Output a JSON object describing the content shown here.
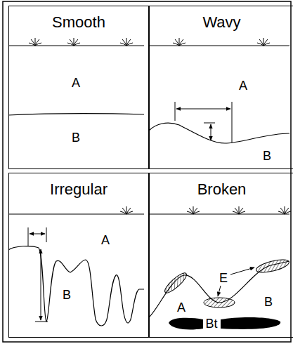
{
  "diagram": {
    "nodes": [
      {
        "text": [
          "Smooth"
        ]
      },
      {
        "text": [
          "Wavy"
        ]
      },
      {
        "text": [
          "Irregular"
        ]
      },
      {
        "text": [
          "Broken"
        ]
      }
    ],
    "labels": [
      "A",
      "B",
      "A",
      "B",
      "A",
      "B",
      "A",
      "E",
      "B",
      "Bt"
    ]
  }
}
